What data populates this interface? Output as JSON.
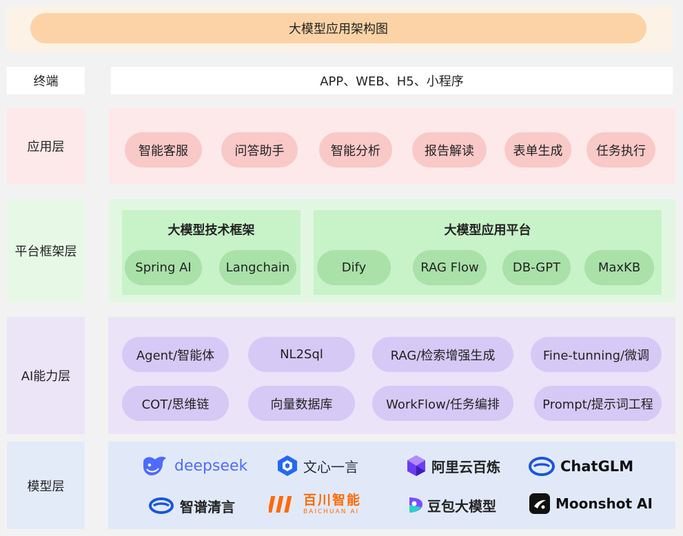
{
  "title": "大模型应用架构图",
  "terminal": {
    "label": "终端",
    "content": "APP、WEB、H5、小程序"
  },
  "app_layer": {
    "label": "应用层",
    "items": [
      "智能客服",
      "问答助手",
      "智能分析",
      "报告解读",
      "表单生成",
      "任务执行"
    ]
  },
  "platform_layer": {
    "label": "平台框架层",
    "groups": [
      {
        "title": "大模型技术框架",
        "items": [
          "Spring AI",
          "Langchain"
        ]
      },
      {
        "title": "大模型应用平台",
        "items": [
          "Dify",
          "RAG Flow",
          "DB-GPT",
          "MaxKB"
        ]
      }
    ]
  },
  "ai_layer": {
    "label": "AI能力层",
    "items": [
      "Agent/智能体",
      "NL2Sql",
      "RAG/检索增强生成",
      "Fine-tunning/微调",
      "COT/思维链",
      "向量数据库",
      "WorkFlow/任务编排",
      "Prompt/提示词工程"
    ]
  },
  "model_layer": {
    "label": "模型层",
    "models": [
      {
        "name": "deepseek",
        "icon": "deepseek-whale-icon",
        "color": "#4d6bfe"
      },
      {
        "name": "文心一言",
        "icon": "wenxin-cube-icon",
        "color": "#2468f2"
      },
      {
        "name": "阿里云百炼",
        "icon": "bailian-icon",
        "color": "#6b3bf5"
      },
      {
        "name": "ChatGLM",
        "icon": "chatglm-ring-icon",
        "color": "#1a56db"
      },
      {
        "name": "智谱清言",
        "icon": "zhipu-ring-icon",
        "color": "#1a56db"
      },
      {
        "name": "百川智能",
        "sub": "BAICHUAN AI",
        "icon": "baichuan-icon",
        "color": "#ff6a00"
      },
      {
        "name": "豆包大模型",
        "icon": "doubao-icon",
        "color": "#7b4dff"
      },
      {
        "name": "Moonshot AI",
        "icon": "moonshot-icon",
        "color": "#111111"
      }
    ]
  }
}
